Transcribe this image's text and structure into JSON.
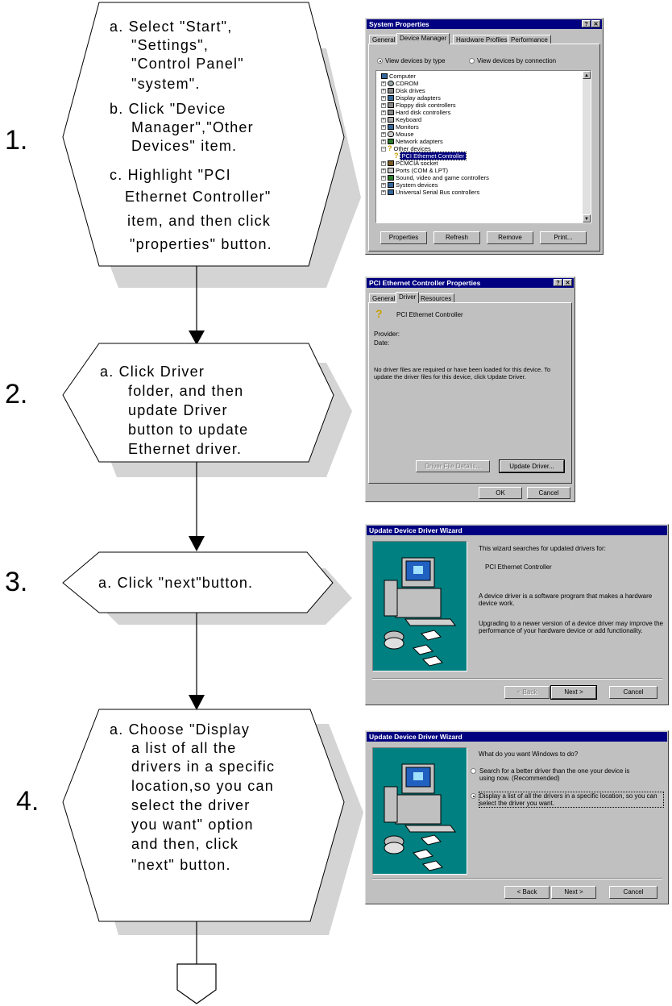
{
  "steps": [
    {
      "number": "1.",
      "lines": [
        "a.  Select \"Start\",",
        "\"Settings\",",
        "\"Control Panel\"",
        "\"system\".",
        "b.  Click \"Device",
        "Manager\",\"Other",
        "Devices\" item.",
        "c.  Highlight \"PCI",
        "Ethernet Controller\"",
        "item, and then click",
        "\"properties\" button."
      ]
    },
    {
      "number": "2.",
      "lines": [
        "a. Click Driver",
        "folder, and then",
        "update Driver",
        "button to update",
        "Ethernet driver."
      ]
    },
    {
      "number": "3.",
      "lines": [
        "a. Click \"next\"button."
      ]
    },
    {
      "number": "4.",
      "lines": [
        "a.  Choose \"Display",
        "a list of all the",
        "drivers in a specific",
        "location,so you can",
        "select the driver",
        "you want\" option",
        "and then, click",
        "\"next\" button."
      ]
    }
  ],
  "dialog1": {
    "title": "System Properties",
    "title_buttons": [
      "?",
      "✕"
    ],
    "tabs": [
      "General",
      "Device Manager",
      "Hardware Profiles",
      "Performance"
    ],
    "radio_by_type": "View devices by type",
    "radio_by_connection": "View devices by connection",
    "tree": [
      "Computer",
      "CDROM",
      "Disk drives",
      "Display adapters",
      "Floppy disk controllers",
      "Hard disk controllers",
      "Keyboard",
      "Monitors",
      "Mouse",
      "Network adapters",
      "Other devices",
      "PCI Ethernet Controller",
      "PCMCIA socket",
      "Ports (COM & LPT)",
      "Sound, video and game controllers",
      "System devices",
      "Universal Serial Bus controllers"
    ],
    "buttons": [
      "Properties",
      "Refresh",
      "Remove",
      "Print..."
    ]
  },
  "dialog2": {
    "title": "PCI Ethernet Controller Properties",
    "title_buttons": [
      "?",
      "✕"
    ],
    "tabs": [
      "General",
      "Driver",
      "Resources"
    ],
    "device_name": "PCI Ethernet Controller",
    "provider_label": "Provider:",
    "date_label": "Date:",
    "message": "No driver files are required or have been loaded for this device.  To update the driver files for this device, click Update Driver.",
    "driver_file_details": "Driver File Details...",
    "update_driver": "Update Driver...",
    "ok": "OK",
    "cancel": "Cancel"
  },
  "dialog3": {
    "title": "Update Device Driver Wizard",
    "line1": "This wizard searches for updated drivers for:",
    "device": "PCI Ethernet Controller",
    "para1": "A device driver is a software program that makes a hardware device work.",
    "para2": "Upgrading to a newer version of a device driver may improve the performance of your hardware device or add functionality.",
    "back": "< Back",
    "next": "Next >",
    "cancel": "Cancel"
  },
  "dialog4": {
    "title": "Update Device Driver Wizard",
    "question": "What do you want Windows to do?",
    "option1": "Search for a better driver than the one your device is using now. (Recommended)",
    "option2": "Display a list of all the drivers in a specific location, so you can select the driver you want.",
    "back": "< Back",
    "next": "Next >",
    "cancel": "Cancel"
  }
}
